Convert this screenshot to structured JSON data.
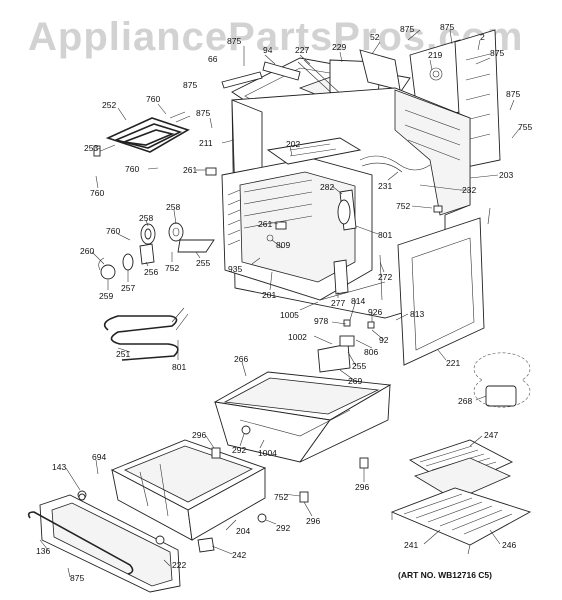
{
  "watermark": "AppliancePartsPros.com",
  "art_number": "(ART NO. WB12716 C5)",
  "labels": {
    "p875a": "875",
    "p875b": "875",
    "p875c": "875",
    "p875d": "875",
    "p875e": "875",
    "p875f": "875",
    "p875g": "875",
    "p52": "52",
    "p219": "219",
    "p2": "2",
    "p94": "94",
    "p227": "227",
    "p229": "229",
    "p66": "66",
    "p252": "252",
    "p760a": "760",
    "p760b": "760",
    "p760c": "760",
    "p760d": "760",
    "p211": "211",
    "p253": "253",
    "p755": "755",
    "p203": "203",
    "p202": "202",
    "p261a": "261",
    "p261b": "261",
    "p231": "231",
    "p282": "282",
    "p232": "232",
    "p752a": "752",
    "p258a": "258",
    "p258b": "258",
    "p260": "260",
    "p256": "256",
    "p257": "257",
    "p259": "259",
    "p752b": "752",
    "p255a": "255",
    "p935": "935",
    "p809": "809",
    "p201": "201",
    "p801a": "801",
    "p272": "272",
    "p277": "277",
    "p1005": "1005",
    "p814": "814",
    "p926": "926",
    "p813": "813",
    "p978": "978",
    "p92": "92",
    "p806": "806",
    "p1002": "1002",
    "p255b": "255",
    "p269": "269",
    "p221": "221",
    "p251": "251",
    "p801b": "801",
    "p266": "266",
    "p268": "268",
    "p296a": "296",
    "p296b": "296",
    "p296c": "296",
    "p292a": "292",
    "p292b": "292",
    "p1004": "1004",
    "p143": "143",
    "p694": "694",
    "p752c": "752",
    "p247": "247",
    "p204": "204",
    "p242": "242",
    "p136": "136",
    "p222": "222",
    "p241": "241",
    "p246": "246"
  }
}
